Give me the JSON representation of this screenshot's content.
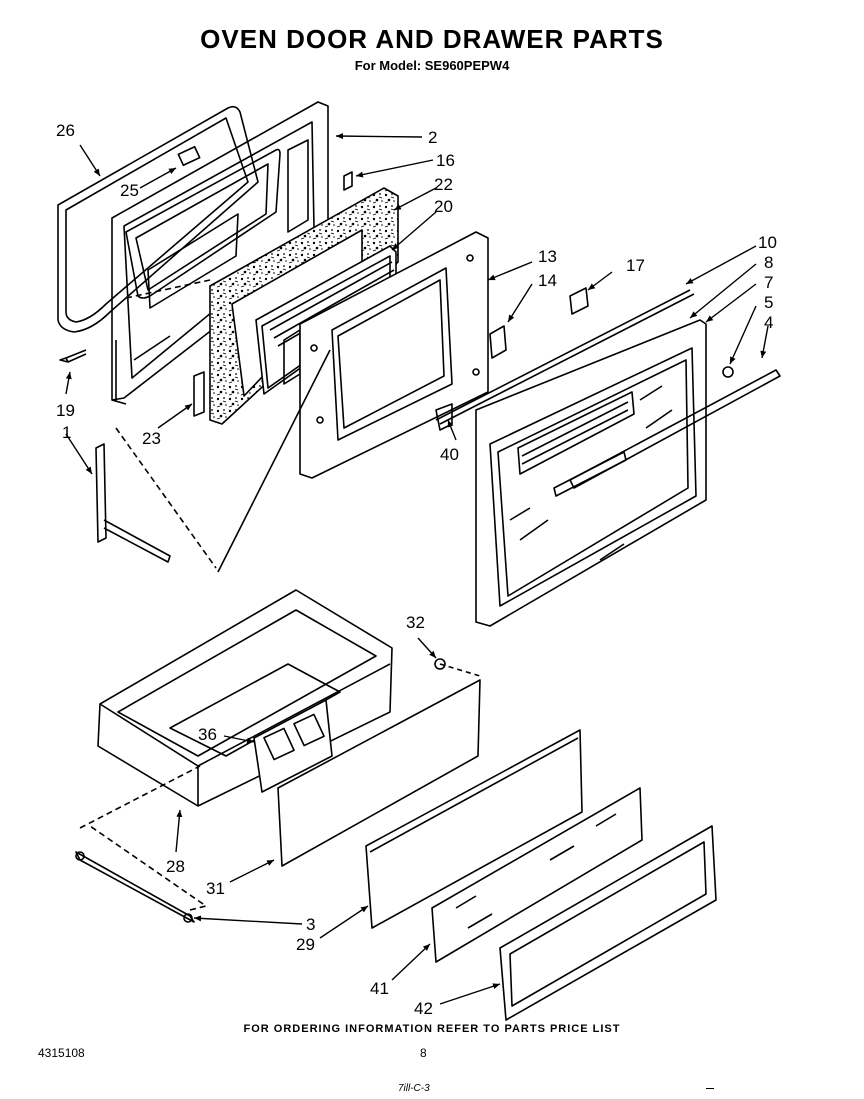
{
  "title": "OVEN DOOR AND DRAWER PARTS",
  "subtitle": "For Model: SE960PEPW4",
  "footer_note": "FOR ORDERING INFORMATION REFER TO PARTS PRICE LIST",
  "doc_number": "4315108",
  "page_number": "8",
  "scribble": "7ill-C-3",
  "callouts": {
    "c1": "1",
    "c2": "2",
    "c3": "3",
    "c4": "4",
    "c5": "5",
    "c7": "7",
    "c8": "8",
    "c10": "10",
    "c13": "13",
    "c14": "14",
    "c16": "16",
    "c17": "17",
    "c19": "19",
    "c20": "20",
    "c22": "22",
    "c23": "23",
    "c25": "25",
    "c26": "26",
    "c28": "28",
    "c29": "29",
    "c31": "31",
    "c32": "32",
    "c36": "36",
    "c40": "40",
    "c41": "41",
    "c42": "42"
  }
}
